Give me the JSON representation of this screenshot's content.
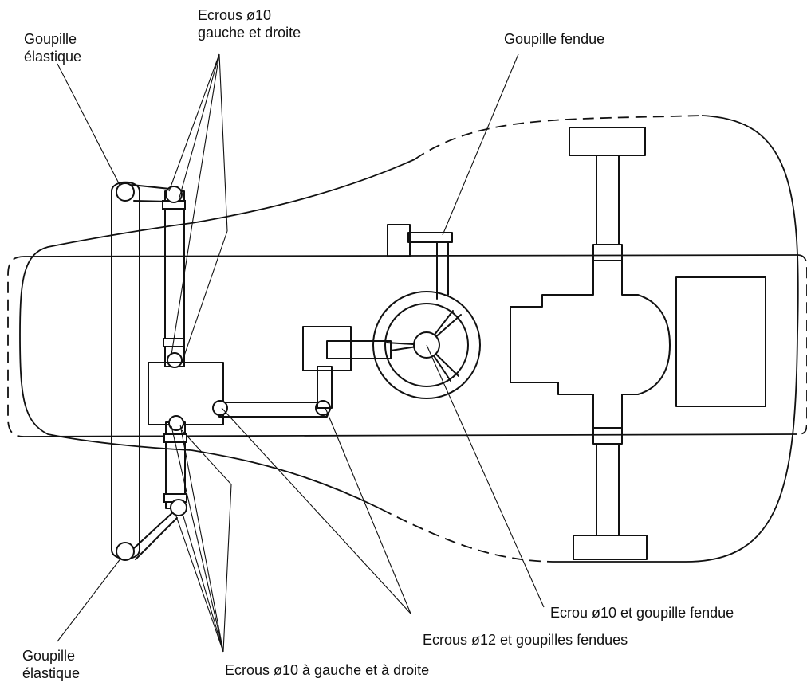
{
  "labels": {
    "goupille_elastique_top": [
      "Goupille",
      "élastique"
    ],
    "ecrous_10_gauche_droite": [
      "Ecrous ø10",
      "gauche et droite"
    ],
    "goupille_fendue": "Goupille fendue",
    "ecrou_10_goupille_fendue": "Ecrou ø10 et goupille fendue",
    "ecrous_12_goupilles_fendues": "Ecrous ø12 et goupilles fendues",
    "goupille_elastique_bottom": [
      "Goupille",
      "élastique"
    ],
    "ecrous_10_a_gauche_a_droite": "Ecrous ø10 à gauche et à droite"
  },
  "colors": {
    "ink": "#111111",
    "background": "#ffffff"
  }
}
